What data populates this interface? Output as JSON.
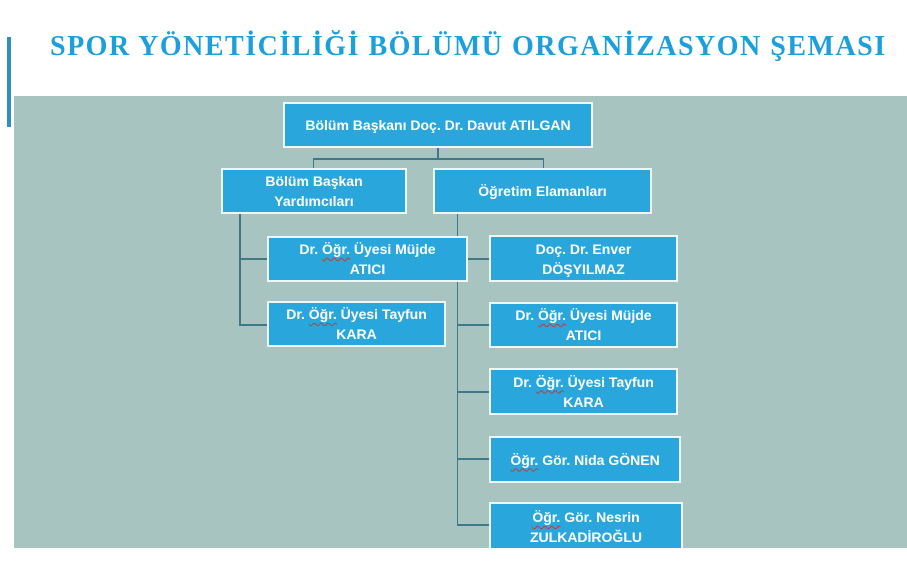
{
  "slide": {
    "title": "SPOR YÖNETİCİLİĞİ BÖLÜMÜ ORGANİZASYON ŞEMASI",
    "colors": {
      "title_text": "#1CA0DC",
      "accent_bar": "#2F90BE",
      "panel_background": "#A7C4C0",
      "node_fill": "#29A7DD",
      "node_border": "#EFF6F8",
      "node_text": "#FFFFFF",
      "connector_line": "#3E7889",
      "spellcheck_underline": "#C03A3A"
    }
  },
  "org_chart": {
    "root": {
      "line1": "Bölüm Başkanı Doç. Dr. Davut ATILGAN"
    },
    "branches": [
      {
        "line1": "Bölüm Başkan",
        "line2": "Yardımcıları",
        "children": [
          {
            "line1": "Dr. Öğr. Üyesi Müjde",
            "line2": "ATICI"
          },
          {
            "line1": "Dr. Öğr. Üyesi Tayfun",
            "line2": "KARA"
          }
        ]
      },
      {
        "line1": "Öğretim Elamanları",
        "children": [
          {
            "line1": "Doç. Dr. Enver",
            "line2": "DÖŞYILMAZ"
          },
          {
            "line1": "Dr. Öğr. Üyesi Müjde",
            "line2": "ATICI"
          },
          {
            "line1": "Dr. Öğr. Üyesi Tayfun",
            "line2": "KARA"
          },
          {
            "line1": "Öğr. Gör. Nida GÖNEN"
          },
          {
            "line1": "Öğr. Gör. Nesrin",
            "line2": "ZULKADİROĞLU"
          }
        ]
      }
    ],
    "spellcheck_flagged_words": [
      "Öğr."
    ]
  }
}
